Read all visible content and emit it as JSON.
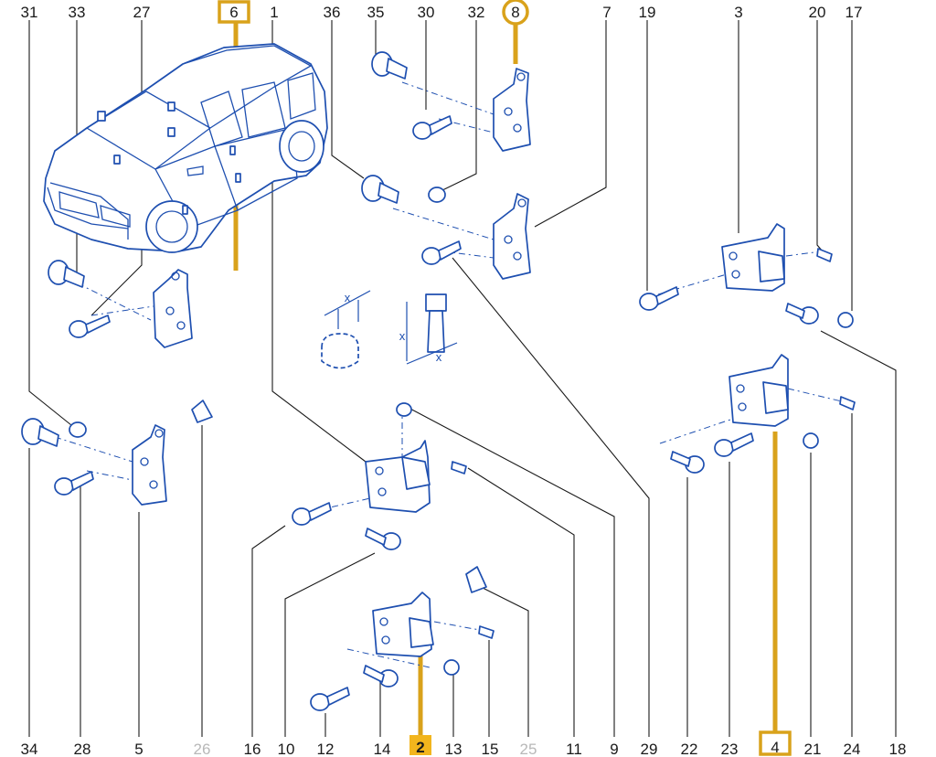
{
  "diagram": {
    "callouts_top": [
      "31",
      "33",
      "27",
      "6",
      "1",
      "36",
      "35",
      "30",
      "32",
      "8",
      "7",
      "19",
      "3",
      "20",
      "17"
    ],
    "callouts_bottom": [
      "34",
      "28",
      "5",
      "26",
      "16",
      "10",
      "12",
      "14",
      "2",
      "13",
      "15",
      "25",
      "11",
      "9",
      "29",
      "22",
      "23",
      "4",
      "21",
      "24",
      "18"
    ],
    "highlighted_callouts": [
      "6",
      "8",
      "2",
      "4"
    ],
    "faded_callouts": [
      "26",
      "25"
    ],
    "dimension_mark": "x",
    "colors": {
      "part_line": "#1e4fb0",
      "leader_line": "#1a1a1a",
      "highlight": "#d9a21b",
      "faded_label": "#b8b8b8"
    }
  }
}
